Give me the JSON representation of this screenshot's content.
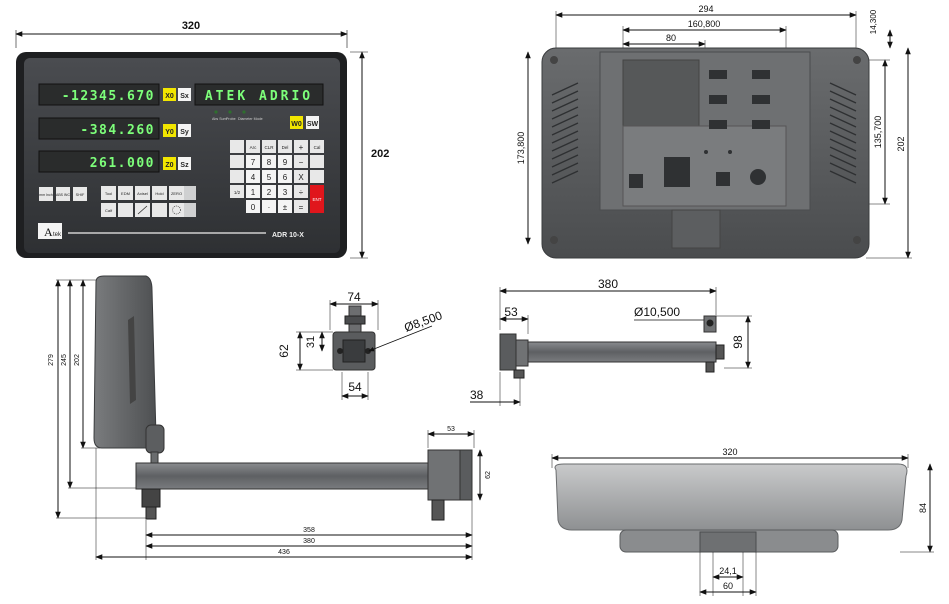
{
  "front_view": {
    "width_label": "320",
    "height_label": "202",
    "readouts": [
      {
        "value": "-12345.670",
        "axis_key": "X0",
        "shift_key": "Sx"
      },
      {
        "value": "-384.260",
        "axis_key": "Y0",
        "shift_key": "Sy"
      },
      {
        "value": "261.000",
        "axis_key": "Z0",
        "shift_key": "Sz"
      }
    ],
    "message_display": "ATEK ADRIO",
    "w_key": "W0",
    "sw_key": "SW",
    "status_labels": [
      "Abs Sum",
      "Probe",
      "Diameter Mode"
    ],
    "left_keys": [
      "mm Inch",
      "ABS INC",
      "SHIF"
    ],
    "tool_row": [
      "Tool",
      "EDM",
      "Axisel",
      "Hold",
      "ZERO"
    ],
    "calc_row": [
      "Calf"
    ],
    "keypad_fn": [
      "Arc",
      "CLR",
      "Del",
      "+",
      "Cal"
    ],
    "keypad_rows": [
      [
        "7",
        "8",
        "9",
        "−"
      ],
      [
        "4",
        "5",
        "6",
        "X"
      ],
      [
        "1",
        "2",
        "3",
        "÷"
      ],
      [
        "0",
        "·",
        "±",
        "="
      ]
    ],
    "keypad_left": [
      "1/2"
    ],
    "enter_key": "ENT",
    "brand": "tek",
    "model": "ADR 10-X"
  },
  "rear_view": {
    "width_label": "294",
    "width2_label": "160,800",
    "width3_label": "80",
    "top_label": "14,300",
    "height_label": "173,800",
    "height2_label": "135,700",
    "height3_label": "202"
  },
  "side_view": {
    "heights": [
      "279",
      "245",
      "202"
    ],
    "arm_width_label": "53",
    "arm_height_label": "62",
    "lengths": [
      "358",
      "380",
      "436"
    ]
  },
  "bracket_view": {
    "top_label": "74",
    "bottom_label": "54",
    "left_label": "62",
    "inner_label": "31",
    "hole_label": "Ø8,500"
  },
  "arm_view": {
    "length_label": "380",
    "offset_label": "53",
    "hole_label": "Ø10,500",
    "height_label": "98",
    "foot_label": "38"
  },
  "bottom_view": {
    "width_label": "320",
    "height_label": "84",
    "base_label": "60",
    "slot_label": "24,1"
  },
  "colors": {
    "panel": "#3b3d40",
    "display": "#2a2c2c",
    "segment": "#7dff7a",
    "key_yellow": "#f2e600",
    "key_red": "#e0161c",
    "rear": "#5a5c5e"
  }
}
